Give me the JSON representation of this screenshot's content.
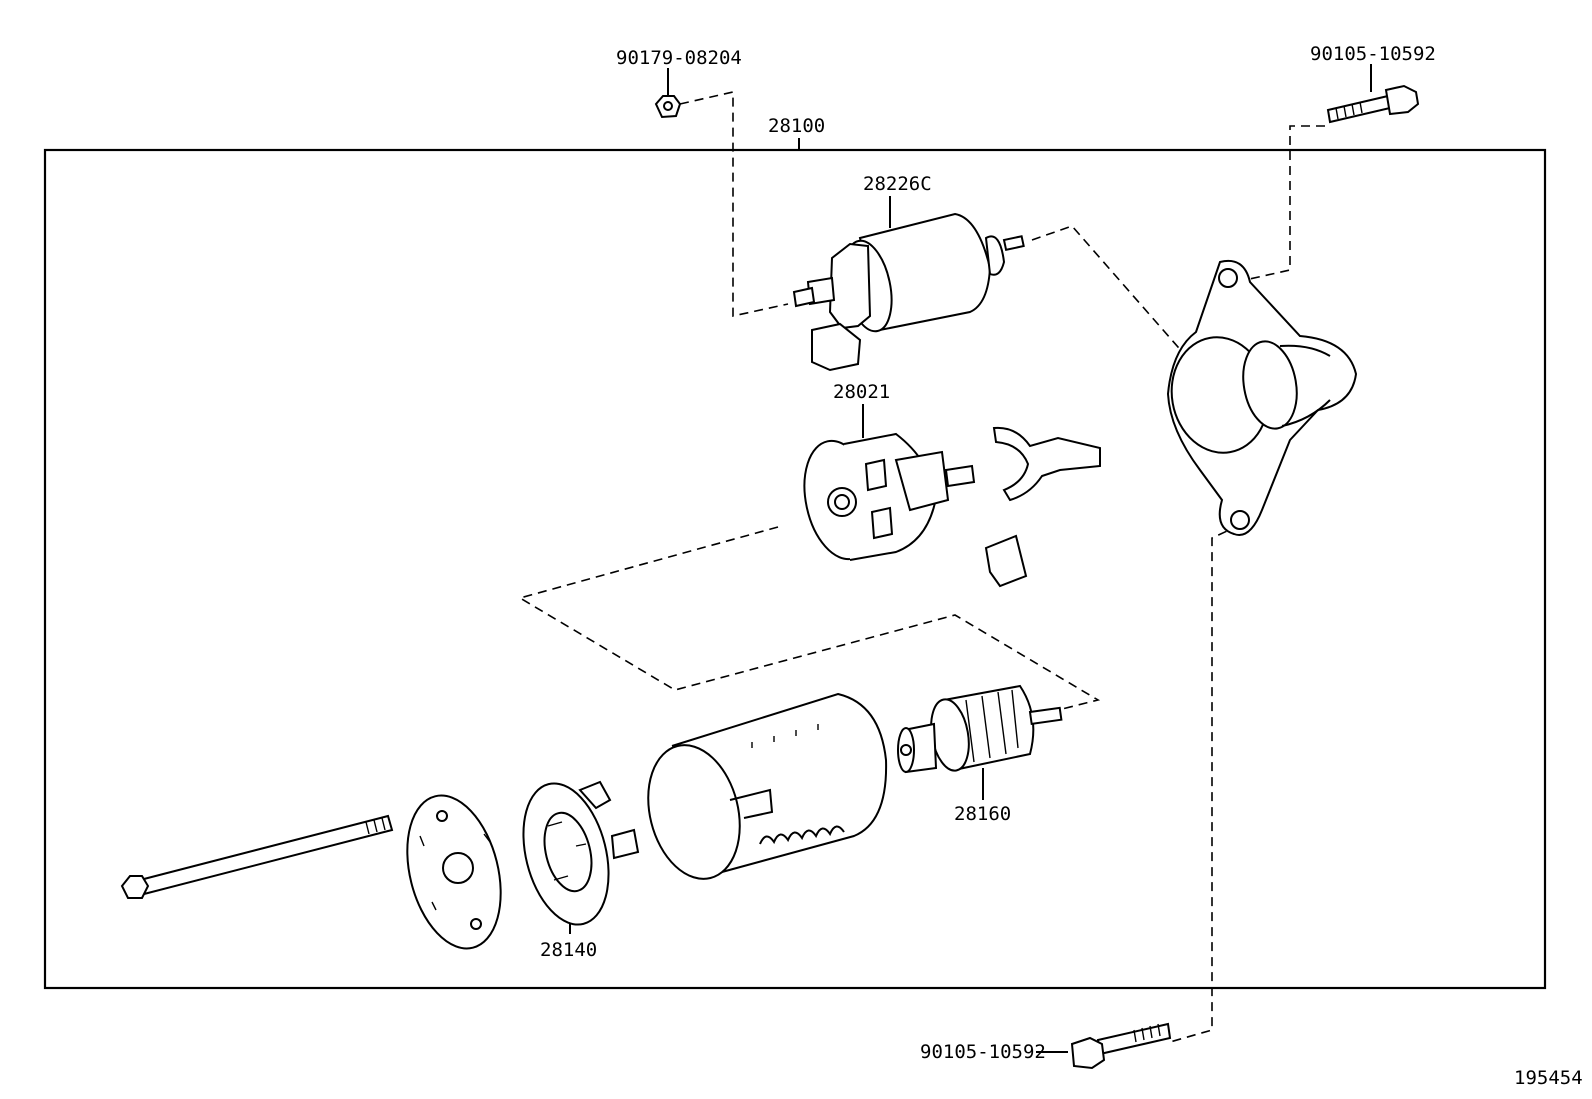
{
  "diagram": {
    "labels": {
      "assembly": "28100",
      "nut_top": "90179-08204",
      "bolt_top": "90105-10592",
      "solenoid": "28226C",
      "brush_holder": "28021",
      "drive_assembly": "28160",
      "end_frame": "28140",
      "bolt_bottom": "90105-10592",
      "figure_id": "195454"
    }
  }
}
